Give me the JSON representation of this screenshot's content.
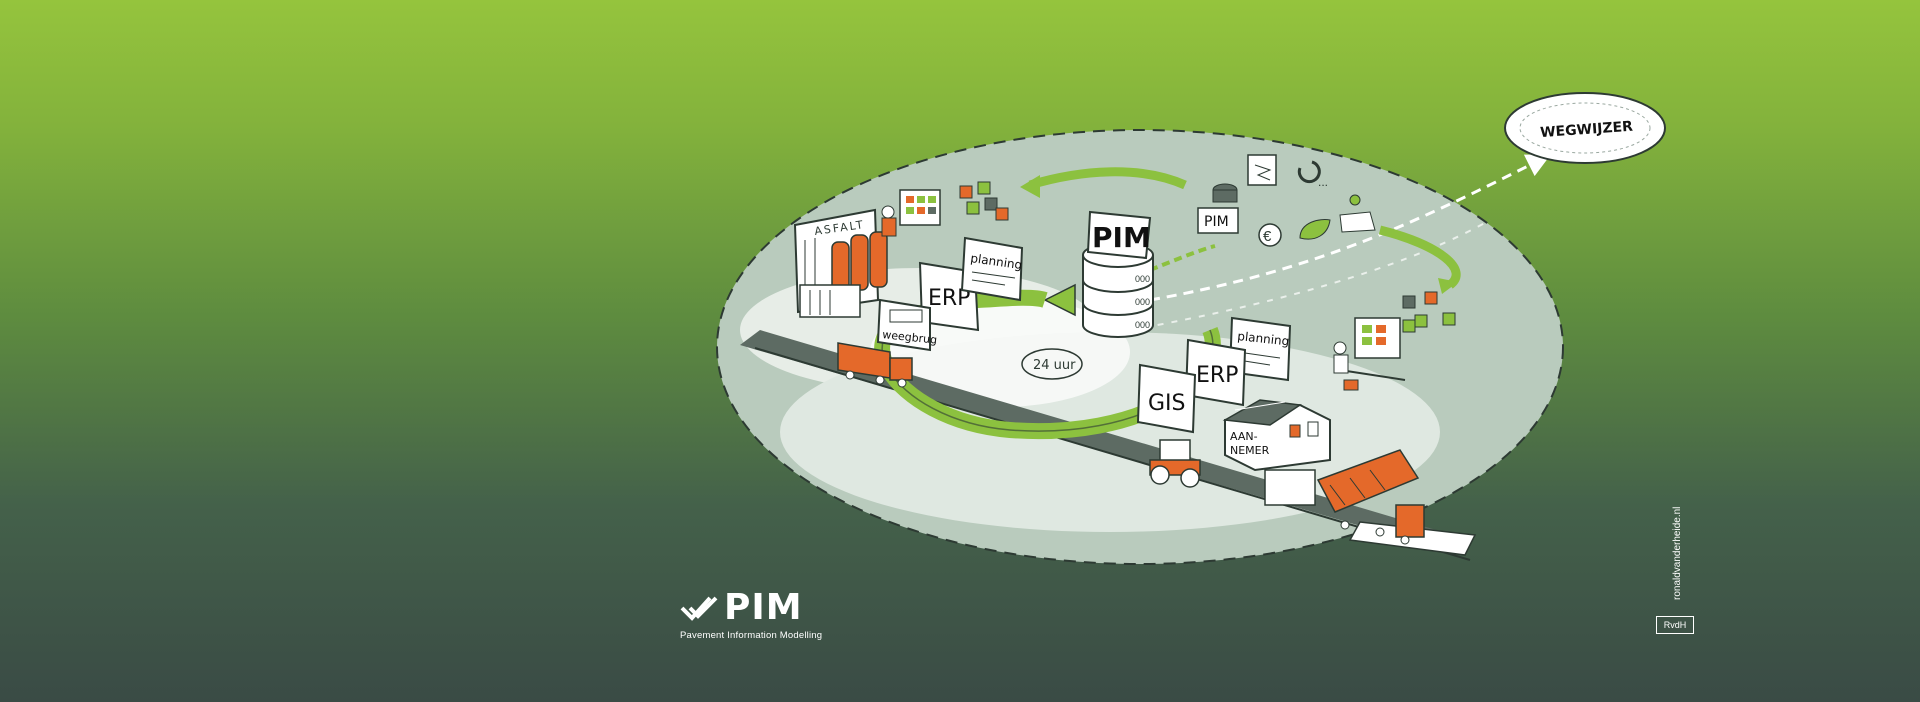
{
  "labels": {
    "pim_main": "PIM",
    "pim_small": "PIM",
    "erp_left": "ERP",
    "erp_right": "ERP",
    "gis": "GIS",
    "planning_left": "planning",
    "planning_right": "planning",
    "asfalt": "ASFALT",
    "weegbrug": "weegbrug",
    "aannemer_line1": "AAN-",
    "aannemer_line2": "NEMER",
    "cycle": "24 uur",
    "wegwijzer": "WEGWIJZER",
    "euro": "€"
  },
  "logo": {
    "name": "PIM",
    "subtitle": "Pavement Information Modelling"
  },
  "credit": {
    "url": "ronaldvanderheide.nl",
    "initials": "RvdH"
  },
  "colors": {
    "green_accent": "#8cc13f",
    "orange_accent": "#e4692a",
    "ellipse_fill": "#b9cbbd",
    "inner_fill": "#dfe8e1"
  }
}
